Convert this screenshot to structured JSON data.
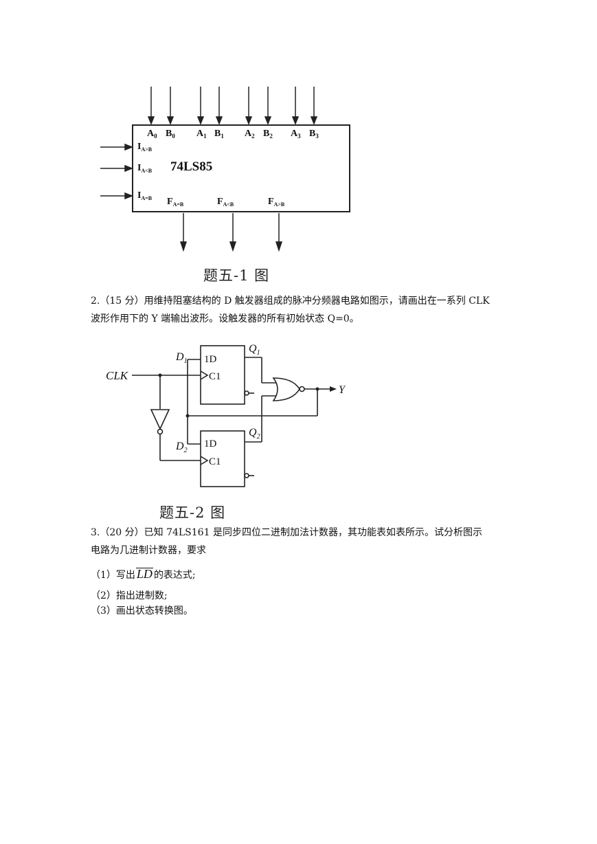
{
  "fig1": {
    "chip_name": "74LS85",
    "inputs_top": [
      "A",
      "B",
      "A",
      "B",
      "A",
      "B",
      "A",
      "B"
    ],
    "inputs_top_sub": [
      "0",
      "0",
      "1",
      "1",
      "2",
      "2",
      "3",
      "3"
    ],
    "inputs_left": [
      "I",
      "I",
      "I"
    ],
    "inputs_left_sub": [
      "A>B",
      "A<B",
      "A=B"
    ],
    "outputs": [
      "F",
      "F",
      "F"
    ],
    "outputs_sub": [
      "A=B",
      "A<B",
      "A>B"
    ],
    "caption": "题五-1 图"
  },
  "question2": {
    "line1": "2.（15 分）用维持阻塞结构的 D 触发器组成的脉冲分频器电路如图示，请画出在一系列 CLK",
    "line2": "波形作用下的 Y 端输出波形。设触发器的所有初始状态 Q=0。"
  },
  "fig2": {
    "clk_label": "CLK",
    "d1": "D",
    "d1_sub": "1",
    "d2": "D",
    "d2_sub": "2",
    "ff1_d": "1D",
    "ff1_c": "C1",
    "ff2_d": "1D",
    "ff2_c": "C1",
    "q1": "Q",
    "q1_sub": "1",
    "q2": "Q",
    "q2_sub": "2",
    "y_label": "Y",
    "caption": "题五-2 图"
  },
  "question3": {
    "line1": "3.（20 分）已知 74LS161 是同步四位二进制加法计数器，其功能表如表所示。试分析图示",
    "line2": "电路为几进制计数器，要求",
    "item1_prefix": "（1）写出",
    "item1_ld": "LD",
    "item1_suffix": "的表达式;",
    "item2": "（2）指出进制数;",
    "item3": "（3）画出状态转换图。"
  }
}
